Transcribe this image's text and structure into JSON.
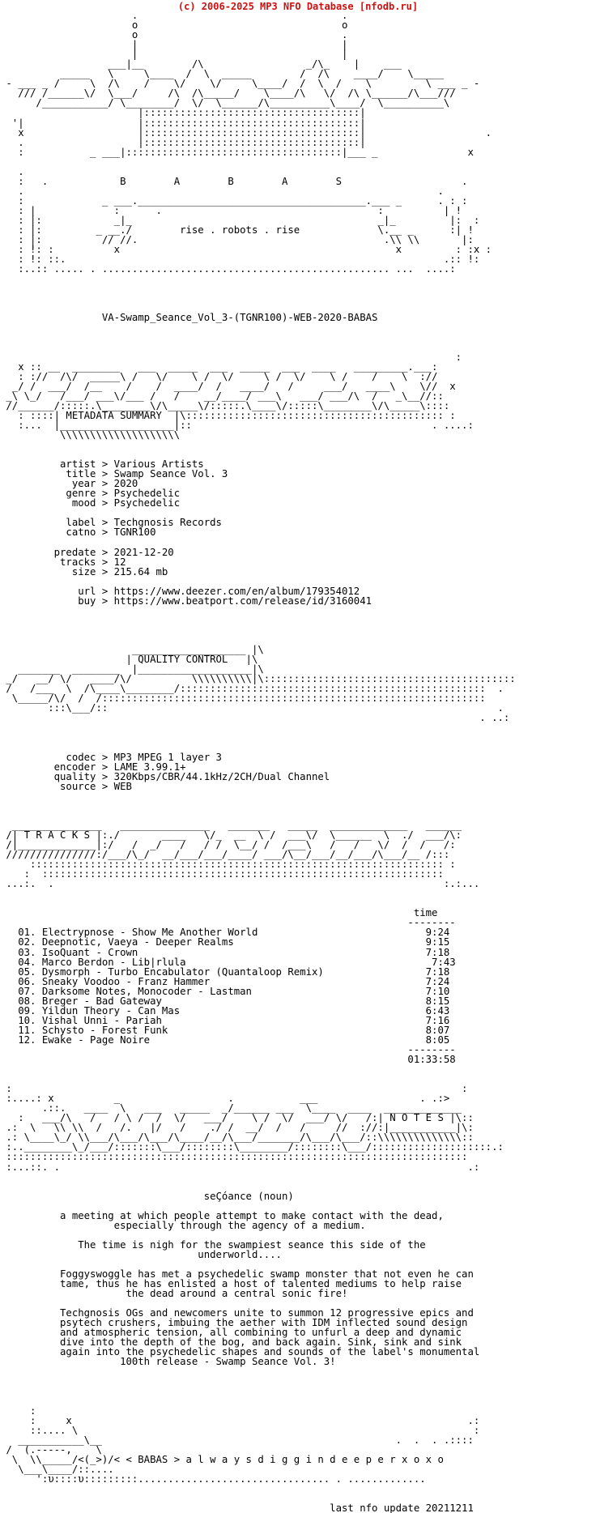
{
  "header": {
    "copyright": "(c) 2006-2025 MP3 NFO Database [nfodb.ru]",
    "link_color": "#cc1111"
  },
  "nfo": {
    "lines": [
      "                      .                                  .",
      "                      o                                  o",
      "                      o                                  .",
      "                      |                                  |",
      "                      |                                  |",
      "                  ___|__        /\\                 _/\\_    |    ___",
      "          _____   \\     \\____  /  \\  _____        /  /\\    ____/    \\_____",
      " - ___ _ /     \\  /\\    /    \\/    \\/     \\____/  /  \\  /    \\         \\ ___ _ -",
      "   /// /______\\/  \\___/     /\\  /\\_____/    \\____/\\   \\/  /\\ \\______/\\___///",
      "      /___________/ \\________/  \\/  \\______/\\__________\\____/  \\__________\\",
      "                       |::::::::::::::::::::::::::::::::::::|",
      "  '|                   |::::::::::::::::::::::::::::::::::::|",
      "   x                   |::::::::::::::::::::::::::::::::::::|                    .",
      "   .                   |::::::::::::::::::::::::::::::::::::|",
      "   :           _ ___|::::::::::::::::::::::::::::::::::::|___ _               x",
      "",
      "   .",
      "   :   .            B        A        B        A        S                    .",
      "   .                                                                     .",
      "   :             _ ___.______________________________________.___ _      . : :",
      "   : |             :      .                                    :          | !",
      "   : |:            _|_                                         _|_         |:  :",
      "   : |:         _ __./        rise . robots . rise             \\.__ _      :| !",
      "   : |:          // //.                                         .\\\\ \\\\       |:",
      "   : !: :          x                                              x         : :x :",
      "   : !: ::.                                                               .:: !:",
      "   :..:: ..... . ................................................ ...  ....:",
      "",
      "",
      "",
      "",
      "                 VA-Swamp_Seance_Vol_3-(TGNR100)-WEB-2020-BABAS",
      "",
      "",
      "",
      "                                                                            :",
      "   x :: __  ________   ___  _____  ___  _____  ___  ____   _________.___:",
      "   : ://  /\\/  _____\\ /   \\/    \\ /  \\/     \\ /  \\/    \\ /    /    \\  ://",
      "  _/ /  ___/  /__    /    /  ____/  /   ____/   /     ___/   ____\\    \\//  x",
      " _\\ \\_/   /___/ ___\\/___ /   /    __/____/ ___\\   ___/ ___/\\  /   _\\__//::",
      " //______/:::::.\\________\\/\\_____\\/:::::.\\____\\/:::::\\________\\/\\_____\\::::",
      "   : ::::| METADATA SUMMARY  |\\::::::::::::::::::::::::::::::::::::::::::: :",
      "   :...  |___________________|::                                        . ....:",
      "          \\\\\\\\\\\\\\\\\\\\\\\\\\\\\\\\\\\\\\\\",
      "",
      "",
      "          artist > Various Artists",
      "           title > Swamp Seance Vol. 3",
      "            year > 2020",
      "           genre > Psychedelic",
      "            mood > Psychedelic",
      "",
      "           label > Techgnosis Records",
      "           catno > TGNR100",
      "",
      "         predate > 2021-12-20",
      "          tracks > 12",
      "            size > 215.64 mb",
      "",
      "             url > https://www.deezer.com/en/album/179354012",
      "             buy > https://www.beatport.com/release/id/3160041",
      "",
      "",
      "",
      "",
      "                      ___________________ |\\",
      "                     | QUALITY CONTROL   |\\",
      "   _______  ________  |___________________|\\",
      " _/   __/ \\/   ____/\\/          \\\\\\\\\\\\\\\\\\\\|\\::::::::::::::::::::::::::::::::::::::::::",
      " /   /___  \\  /\\____\\________/:::::::::::::::::::::::::::::::::::::::::::::::::::  .",
      "  \\_____/\\/  /  /::::::::::::::::::::::::::::::::::::::::::::::::::::::::::::::::",
      "        :::\\___/::                                                                 .",
      "                                                                                . ..:",
      "",
      "",
      "",
      "           codec > MP3 MPEG 1 layer 3",
      "         encoder > LAME 3.99.1+",
      "         quality > 320Kbps/CBR/44.1kHz/2CH/Dual Channel",
      "          source > WEB",
      "",
      "",
      "",
      "  _______________   _______________   _______   _____  _____________   ______",
      " /| T R A C K S |:./       ____   \\/_  __  \\ /  ___\\/  \\______  \\  ./  ___/\\:",
      " /|_____________|:/   /  _/   /   / /  \\__/ /  /___\\   /   /   \\/  /  /   /:",
      " ///////////////:/___/\\_/  __/___/___/____/ ___/\\__/___/__/___/\\___/__ /:::",
      "     ::::::::::::::::::::::::::::::::::::::::::::::::::::::::::::::::::::: :",
      "    :  :::::::::::::::::::::::::::::::::::::::::::::::::::::::::::::::::::",
      " ...:.  .                                                                 :.:...",
      "",
      "",
      "                                                                     time",
      "                                                                    --------",
      "   01. Electrypnose - Show Me Another World                            9:24",
      "   02. Deepnotic, Vaeya - Deeper Realms                                9:15",
      "   03. IsoQuant - Crown                                                7:18",
      "   04. Marco Berdon - Lib|rlula                                         7:43",
      "   05. Dysmorph - Turbo Encabulator (Quantaloop Remix)                 7:18",
      "   06. Sneaky Voodoo - Franz Hammer                                    7:24",
      "   07. Darksome Notes, Monocoder - Lastman                             7:10",
      "   08. Breger - Bad Gateway                                            8:15",
      "   09. Yildun Theory - Can Mas                                         6:43",
      "   10. Vishal Unni - Pariah                                            7:16",
      "   11. Schysto - Forest Funk                                           8:07",
      "   12. Ewake - Page Noire                                              8:05",
      "                                                                    --------",
      "                                                                    01:33:58",
      "",
      "",
      " :                                                                           :",
      " :....: x          _                  .           ___                 . .:>",
      "       .::.   ____  \\   ___   _____  _/______ ___  \\____  ____  _____________",
      "   :   ___/\\   /   / \\ /  /  \\/   ___/    \\ /  \\/  ___/ \\/   /:| N O T E S |\\::",
      " .:  \\   \\\\ \\\\  /   /.   |/   /    ./ /  __/  /   /     //  ://:|___________|\\:",
      " .: \\____\\_/ \\\\___/\\___/\\___/\\____/__/\\___/_______/\\___/\\___/::\\\\\\\\\\\\\\\\\\\\\\\\\\\\::",
      " :..________\\_/___/:::::::\\___/::::::::\\________/::::::::\\___/::::::::::::::::::::.:",
      " :::::::::::::::::::::::::::::::::::::::::::::::::::::::::::::::::::::::::::::",
      " :...::. .                                                                    .:",
      "",
      "",
      "                                  seÇóance (noun)",
      "",
      "          a meeting at which people attempt to make contact with the dead,",
      "                   especially through the agency of a medium.",
      "",
      "             The time is nigh for the swampiest seance this side of the",
      "                                 underworld....",
      "",
      "          Foggyswoggle has met a psychedelic swamp monster that not even he can",
      "          tame, thus he has enlisted a host of talented mediums to help raise",
      "                     the dead around a central sonic fire!",
      "",
      "          Techgnosis OGs and newcomers unite to summon 12 progressive epics and",
      "          psytech crushers, imbuing the aether with IDM inflected sound design",
      "          and atmospheric tension, all combining to unfurl a deep and dynamic",
      "          dive into the depth of the bog, and back again. Sink, sink and sink",
      "          again into the psychedelic shapes and sounds of the label's monumental",
      "                    100th release - Swamp Seance Vol. 3!",
      "",
      "",
      "",
      "",
      "     :",
      "     :     x                                                                  .:",
      "     ::.... \\                                                                  :",
      "   ___________\\__                                                 .  .  . .::::",
      " /  (.-----,    \\",
      "  \\  \\\\_____/<(_>)/< < BABAS > a l w a y s d i g g i n d e e p e r x o x o",
      "   \\___\\____/::....",
      "      ':υ::::υ:::::::::................................ . .............",
      "",
      "",
      "                                                       last nfo update 20211211"
    ]
  }
}
